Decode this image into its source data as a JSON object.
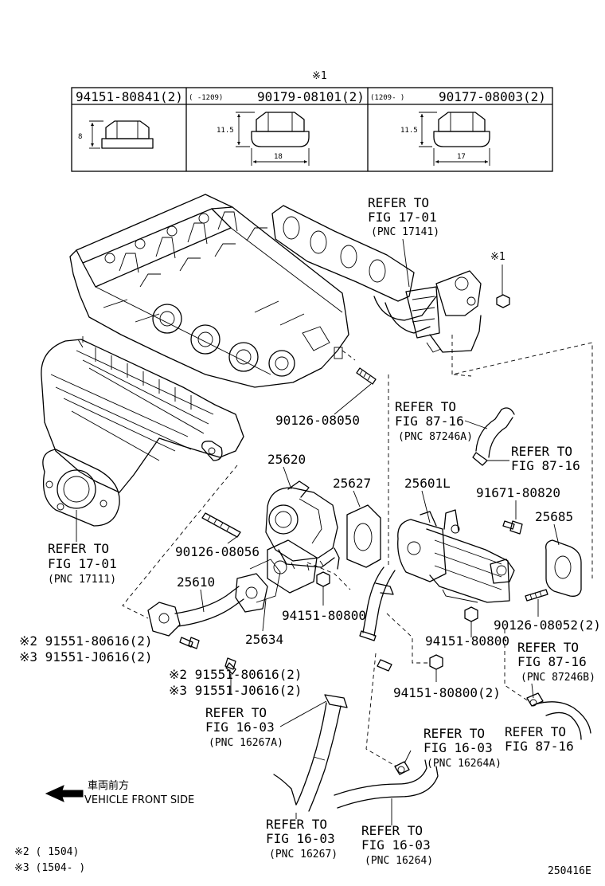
{
  "table": {
    "note_mark": "※1",
    "headers": [
      {
        "range": "",
        "part": "94151-80841(2)"
      },
      {
        "range": "(      -1209)",
        "part": "90179-08101(2)"
      },
      {
        "range": "(1209-      )",
        "part": "90177-08003(2)"
      }
    ],
    "dims": [
      {
        "height": "8",
        "width": ""
      },
      {
        "height": "11.5",
        "width": "18"
      },
      {
        "height": "11.5",
        "width": "17"
      }
    ]
  },
  "callouts": {
    "refer_17_01_top": [
      "REFER TO",
      "FIG 17-01",
      "(PNC 17141)"
    ],
    "refer_17_01_left": [
      "REFER TO",
      "FIG 17-01",
      "(PNC 17111)"
    ],
    "refer_87_16_a": [
      "REFER TO",
      "FIG 87-16",
      "(PNC 87246A)"
    ],
    "refer_87_16_b": [
      "REFER TO",
      "FIG 87-16"
    ],
    "refer_87_16_c": [
      "REFER TO",
      "FIG 87-16",
      "(PNC 87246B)"
    ],
    "refer_87_16_d": [
      "REFER TO",
      "FIG 87-16"
    ],
    "refer_16_03_a": [
      "REFER TO",
      "FIG 16-03",
      "(PNC 16267A)"
    ],
    "refer_16_03_b": [
      "REFER TO",
      "FIG 16-03",
      "(PNC 16264A)"
    ],
    "refer_16_03_c": [
      "REFER TO",
      "FIG 16-03",
      "(PNC 16267)"
    ],
    "refer_16_03_d": [
      "REFER TO",
      "FIG 16-03",
      "(PNC 16264)"
    ]
  },
  "parts": {
    "mark1": "※1",
    "p90126_08050": "90126-08050",
    "p25620": "25620",
    "p25627": "25627",
    "p25601L": "25601L",
    "p91671_80820": "91671-80820",
    "p25685": "25685",
    "p90126_08056": "90126-08056",
    "p25610": "25610",
    "p94151_80800_a": "94151-80800",
    "p25634": "25634",
    "p94151_80800_b": "94151-80800",
    "p90126_08052": "90126-08052(2)",
    "p94151_80800_c": "94151-80800(2)",
    "left_bolt_1": "※2 91551-80616(2)",
    "left_bolt_2": "※3 91551-J0616(2)",
    "mid_bolt_1": "※2 91551-80616(2)",
    "mid_bolt_2": "※3 91551-J0616(2)"
  },
  "direction": {
    "jp": "車両前方",
    "en": "VEHICLE FRONT SIDE"
  },
  "footnotes": {
    "note2": "※2 (      1504)",
    "note3": "※3 (1504-      )"
  },
  "figure_id": "250416E"
}
